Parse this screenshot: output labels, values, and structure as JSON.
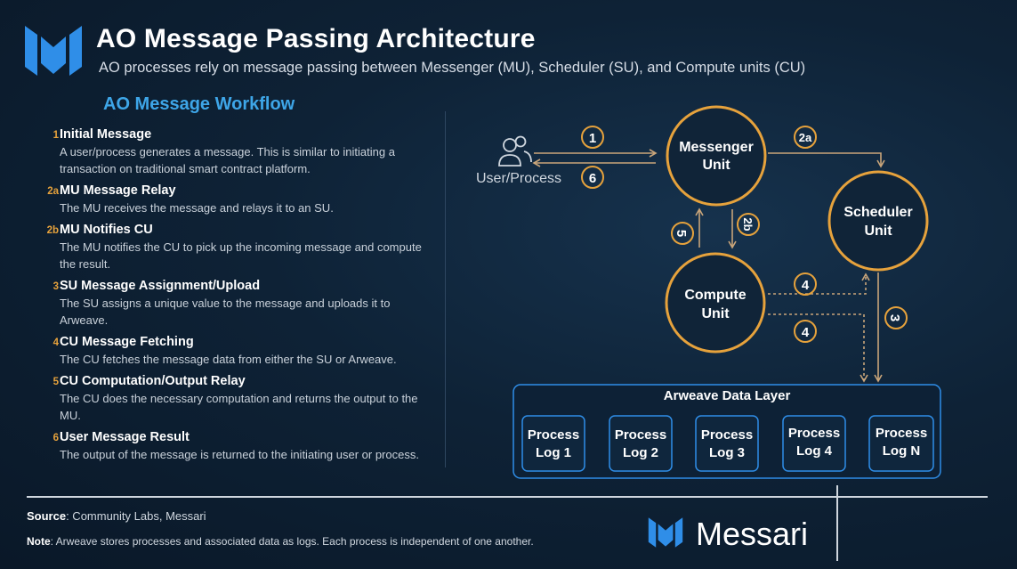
{
  "header": {
    "title": "AO Message Passing Architecture",
    "subtitle": "AO processes rely on message passing between Messenger (MU), Scheduler (SU), and Compute units (CU)"
  },
  "workflow": {
    "title": "AO Message Workflow",
    "steps": [
      {
        "num": "1",
        "title": "Initial Message",
        "desc": "A user/process generates a message. This is similar to initiating a transaction on traditional smart contract platform."
      },
      {
        "num": "2a",
        "title": "MU Message Relay",
        "desc": "The MU receives the message and relays it to an SU."
      },
      {
        "num": "2b",
        "title": "MU Notifies CU",
        "desc": "The MU notifies the CU to pick up the incoming message and compute the result."
      },
      {
        "num": "3",
        "title": "SU Message Assignment/Upload",
        "desc": "The SU assigns a unique value to the message and uploads it to Arweave."
      },
      {
        "num": "4",
        "title": "CU Message Fetching",
        "desc": "The CU fetches the message data from either the SU or Arweave."
      },
      {
        "num": "5",
        "title": "CU Computation/Output Relay",
        "desc": "The CU does the necessary computation and returns the output to the MU."
      },
      {
        "num": "6",
        "title": "User Message Result",
        "desc": "The output of the message is returned to the initiating user or process."
      }
    ]
  },
  "diagram": {
    "user_label": "User/Process",
    "messenger": [
      "Messenger",
      "Unit"
    ],
    "scheduler": [
      "Scheduler",
      "Unit"
    ],
    "compute": [
      "Compute",
      "Unit"
    ],
    "badges": {
      "b1": "1",
      "b6": "6",
      "b2a": "2a",
      "b2b": "2b",
      "b5": "5",
      "b4a": "4",
      "b4b": "4",
      "b3": "3"
    },
    "arweave_title": "Arweave Data Layer",
    "logs": [
      [
        "Process",
        "Log 1"
      ],
      [
        "Process",
        "Log 2"
      ],
      [
        "Process",
        "Log 3"
      ],
      [
        "Process",
        "Log 4"
      ],
      [
        "Process",
        "Log N"
      ]
    ]
  },
  "footer": {
    "source_label": "Source",
    "source_text": ": Community Labs, Messari",
    "note_label": "Note",
    "note_text": ": Arweave stores processes and associated data as logs. Each process is independent of one another.",
    "brand": "Messari"
  },
  "colors": {
    "background": "#0e2236",
    "accent_orange": "#e6a23c",
    "accent_blue": "#3ea6e8",
    "logo_blue": "#2f8ee8"
  }
}
